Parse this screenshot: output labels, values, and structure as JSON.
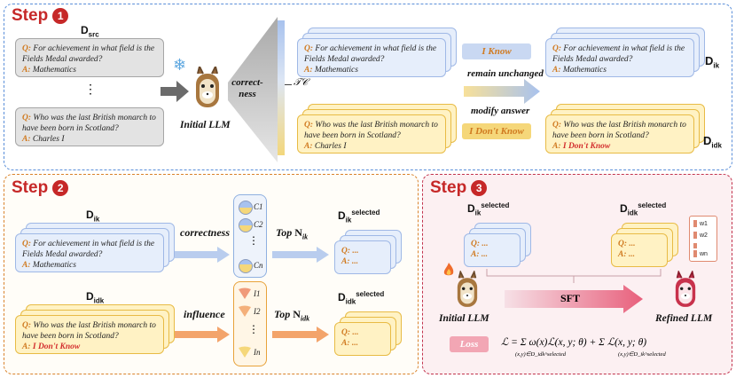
{
  "step1": {
    "label": "Step",
    "num": "1",
    "d_src": "D",
    "d_src_sub": "src",
    "q1": "For achievement in what field is the Fields Medal awarded?",
    "a1": "Mathematics",
    "q2": "Who was the last British monarch to have been born in Scotland?",
    "a2": "Charles I",
    "ellipsis": "⋮",
    "initial_llm": "Initial LLM",
    "correctness": "correct- ness",
    "threshold": "𝒯𝒞",
    "i_know": "I Know",
    "i_dont_know": "I Don't Know",
    "remain_unchanged": "remain unchanged",
    "modify_answer": "modify answer",
    "d_ik": "D",
    "d_ik_sub": "ik",
    "d_idk": "D",
    "d_idk_sub": "idk",
    "new_answer": "I Don't Know",
    "q_prefix": "Q:",
    "a_prefix": "A:"
  },
  "step2": {
    "label": "Step",
    "num": "2",
    "d_ik": "D",
    "d_ik_sub": "ik",
    "d_idk": "D",
    "d_idk_sub": "idk",
    "q1": "For achievement in what field is the Fields Medal awarded?",
    "a1": "Mathematics",
    "q2": "Who was the last British monarch to have been born in Scotland?",
    "a2": "I Don't Know",
    "correctness": "correctness",
    "influence": "influence",
    "top_ik": "Top",
    "n_ik": "N",
    "n_ik_sub": "ik",
    "top_idk": "Top",
    "n_idk": "N",
    "n_idk_sub": "idk",
    "c1": "C1",
    "c2": "C2",
    "cn": "Cn",
    "i1": "I1",
    "i2": "I2",
    "in": "In",
    "sel_ik": "D",
    "sel_ik_sub": "ik",
    "sel_ik_sup": "selected",
    "sel_idk": "D",
    "sel_idk_sub": "idk",
    "sel_idk_sup": "selected",
    "q_dots": "Q: ...",
    "a_dots": "A: ...",
    "ellipsis": "⋮"
  },
  "step3": {
    "label": "Step",
    "num": "3",
    "sel_ik": "D",
    "sel_ik_sub": "ik",
    "sel_ik_sup": "selected",
    "sel_idk": "D",
    "sel_idk_sub": "idk",
    "sel_idk_sup": "selected",
    "q_dots": "Q: ...",
    "a_dots": "A: ...",
    "w1": "w1",
    "w2": "w2",
    "wn": "wn",
    "sft": "SFT",
    "initial_llm": "Initial LLM",
    "refined_llm": "Refined LLM",
    "loss": "Loss",
    "formula": "ℒ = Σ ω(x)ℒ(x, y; θ) + Σ ℒ(x, y; θ)",
    "sum_sub1": "(x,y)∈D_idk^selected",
    "sum_sub2": "(x,y)∈D_ik^selected"
  },
  "colors": {
    "blue": "#e6eefb",
    "yellow": "#fff2c4",
    "red": "#c62828"
  }
}
